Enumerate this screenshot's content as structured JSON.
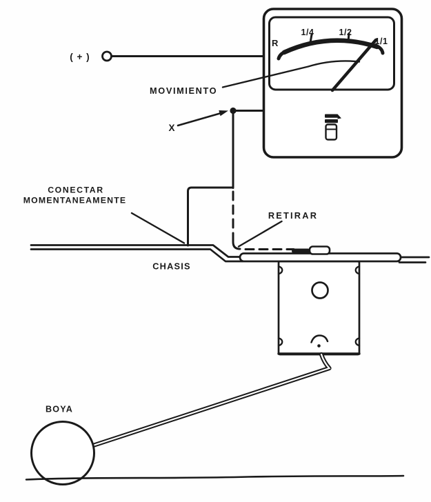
{
  "diagram": {
    "type": "technical-schematic",
    "subject": "fuel-gauge-sender-test",
    "language": "es",
    "meter": {
      "icon": "fuel-pump",
      "needle_points_to": "1/1",
      "scale": {
        "r": "R",
        "quarter": "1/4",
        "half": "1/2",
        "full": "1/1"
      }
    },
    "labels": {
      "positive_terminal": "( + )",
      "movement": "MOVIMIENTO",
      "x_point": "X",
      "connect_line1": "CONECTAR",
      "connect_line2": "MOMENTANEAMENTE",
      "remove": "RETIRAR",
      "chassis": "CHASIS",
      "float": "BOYA"
    },
    "colors": {
      "ink": "#1a1a1a",
      "background": "#fefefe"
    }
  }
}
